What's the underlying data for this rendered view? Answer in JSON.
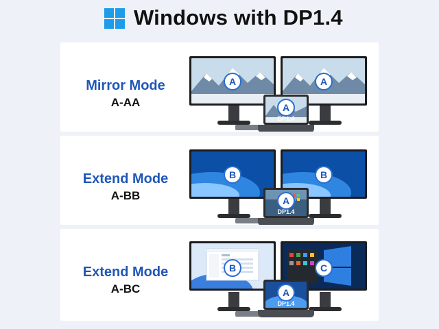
{
  "header": {
    "title": "Windows with DP1.4",
    "logo_icon": "windows-logo-icon",
    "logo_color": "#1e9be9"
  },
  "accent_color": "#1f57b8",
  "panels": [
    {
      "mode": "Mirror Mode",
      "config": "A-AA",
      "left_screen": "A",
      "right_screen": "A",
      "laptop_screen": "A",
      "laptop_label": "DP1.4",
      "wallpaper": "snowy-mountains"
    },
    {
      "mode": "Extend Mode",
      "config": "A-BB",
      "left_screen": "B",
      "right_screen": "B",
      "laptop_screen": "A",
      "laptop_label": "DP1.4",
      "wallpaper": "blue-swirl"
    },
    {
      "mode": "Extend Mode",
      "config": "A-BC",
      "left_screen": "B",
      "right_screen": "C",
      "laptop_screen": "A",
      "laptop_label": "DP1.4",
      "wallpaper": "windows-11"
    }
  ]
}
